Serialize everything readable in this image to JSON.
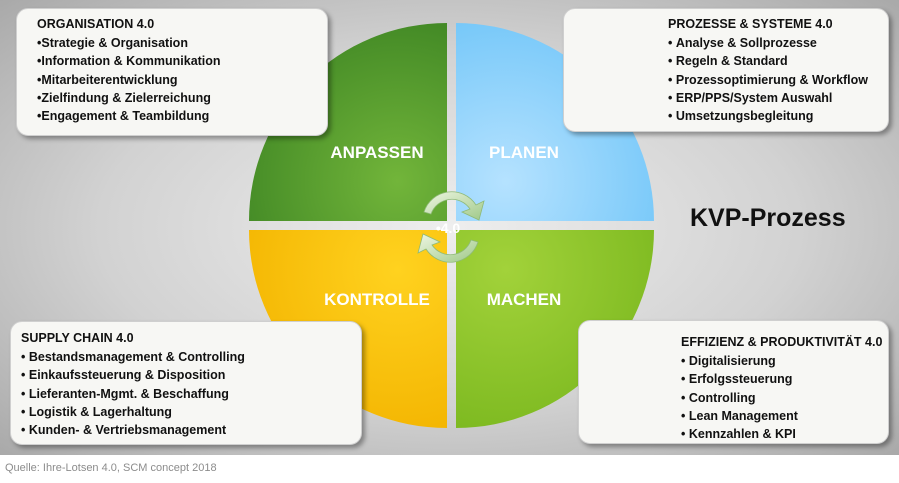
{
  "diagram": {
    "title": "KVP-Prozess",
    "center_label": "•4.0",
    "quadrants": [
      {
        "id": "anpassen",
        "label": "ANPASSEN",
        "color_light": "#72b53a",
        "color_dark": "#3f8624"
      },
      {
        "id": "planen",
        "label": "PLANEN",
        "color_light": "#b5e2ff",
        "color_dark": "#72c6f8"
      },
      {
        "id": "kontrolle",
        "label": "KONTROLLE",
        "color_light": "#ffd21f",
        "color_dark": "#f3b400"
      },
      {
        "id": "machen",
        "label": "MACHEN",
        "color_light": "#a2d23a",
        "color_dark": "#7bb81f"
      }
    ],
    "boxes": {
      "organisation": {
        "title": "ORGANISATION 4.0",
        "items": [
          "Strategie & Organisation",
          "Information & Kommunikation",
          "Mitarbeiterentwicklung",
          "Zielfindung & Zielerreichung",
          "Engagement & Teambildung"
        ]
      },
      "prozesse": {
        "title": "PROZESSE & SYSTEME 4.0",
        "items": [
          "Analyse & Sollprozesse",
          "Regeln & Standard",
          "Prozessoptimierung & Workflow",
          "ERP/PPS/System Auswahl",
          "Umsetzungsbegleitung"
        ]
      },
      "supply_chain": {
        "title": "SUPPLY CHAIN 4.0",
        "items": [
          "Bestandsmanagement & Controlling",
          "Einkaufssteuerung & Disposition",
          "Lieferanten-Mgmt. & Beschaffung",
          "Logistik & Lagerhaltung",
          "Kunden- & Vertriebsmanagement"
        ]
      },
      "effizienz": {
        "title": "EFFIZIENZ & PRODUKTIVITÄT 4.0",
        "items": [
          "Digitalisierung",
          "Erfolgssteuerung",
          "Controlling",
          "Lean Management",
          "Kennzahlen & KPI"
        ]
      }
    },
    "source": "Quelle:  Ihre-Lotsen 4.0, SCM concept 2018"
  }
}
